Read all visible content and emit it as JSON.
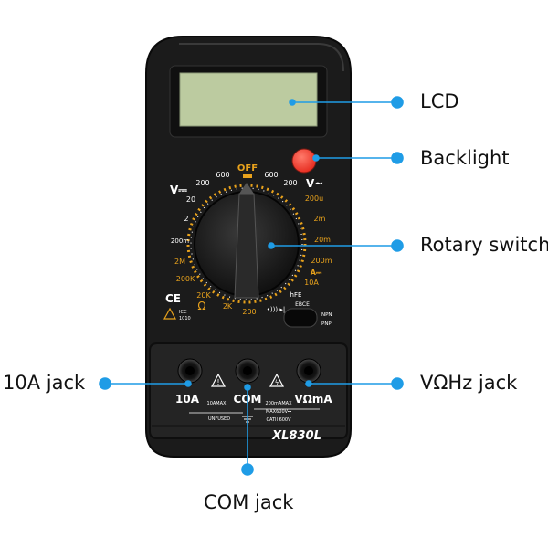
{
  "device": {
    "model": "XL830L",
    "dial": {
      "off": "OFF",
      "dcv_symbol": "V⎓",
      "acv_symbol": "V~",
      "ohm_symbol": "Ω",
      "dca_symbol": "A⎓",
      "hfe": "hFE",
      "ebce": "EBCE",
      "npn": "NPN",
      "pnp": "PNP",
      "dcv_ranges": [
        "600",
        "200",
        "20",
        "2",
        "200m"
      ],
      "acv_ranges": [
        "600",
        "200"
      ],
      "dca_ranges": [
        "200u",
        "2m",
        "20m",
        "200m",
        "10A"
      ],
      "ohm_ranges": [
        "2M",
        "200K",
        "20K",
        "2K",
        "200"
      ],
      "diode_symbol": "•))) ▸|"
    },
    "panel": {
      "ce_mark": "CE",
      "icc_line1": "ICC",
      "icc_line2": "1010",
      "jack_10a": "10A",
      "jack_com": "COM",
      "jack_vohm": "VΩmA",
      "note_10a_line1": "10AMAX",
      "note_10a_line2": "UNFUSED",
      "note_vohm_line1": "200mAMAX",
      "note_vohm_line2": "MAX600V⎓",
      "note_vohm_line3": "CATII 600V"
    }
  },
  "callouts": {
    "lcd": "LCD",
    "backlight": "Backlight",
    "rotary_switch": "Rotary switch",
    "jack_10a": "10A jack",
    "vohmhz_jack": "VΩHz jack",
    "com_jack": "COM jack"
  },
  "colors": {
    "body": "#1b1b1b",
    "panel": "#242424",
    "lcd": "#bccba0",
    "accent_orange": "#e8a21c",
    "backlight_red": "#ff4a3a",
    "callout_blue": "#1f9ce6"
  }
}
